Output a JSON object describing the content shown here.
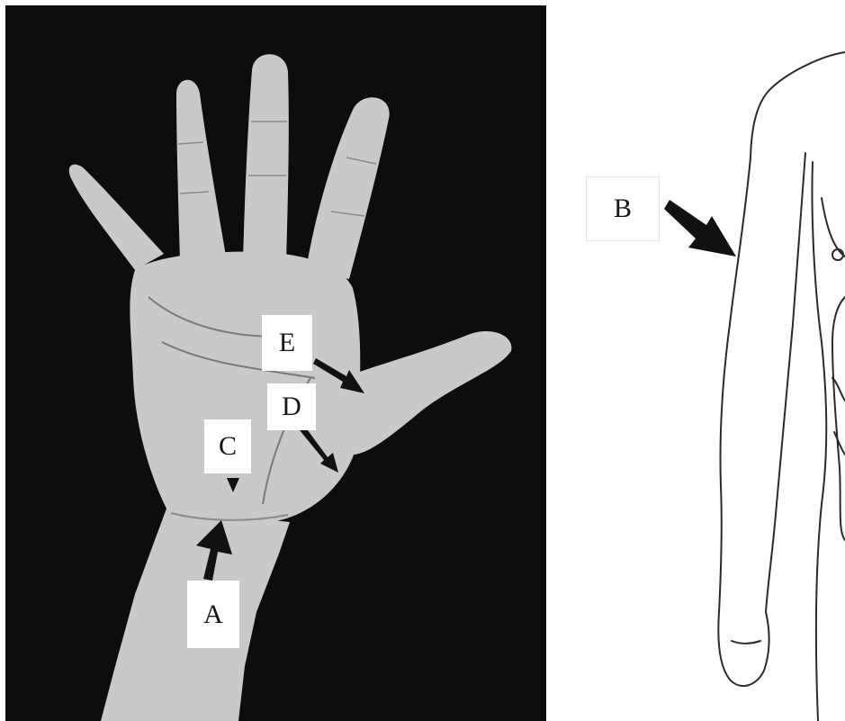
{
  "labels": {
    "a": "A",
    "b": "B",
    "c": "C",
    "d": "D",
    "e": "E"
  },
  "colors": {
    "photo_background": "#0d0d0d",
    "skin": "#c9c9c9",
    "palm_lines": "#7a7a7a",
    "arrow": "#111111",
    "label_card": "#ffffff",
    "drawing_line": "#2a2a2a"
  }
}
